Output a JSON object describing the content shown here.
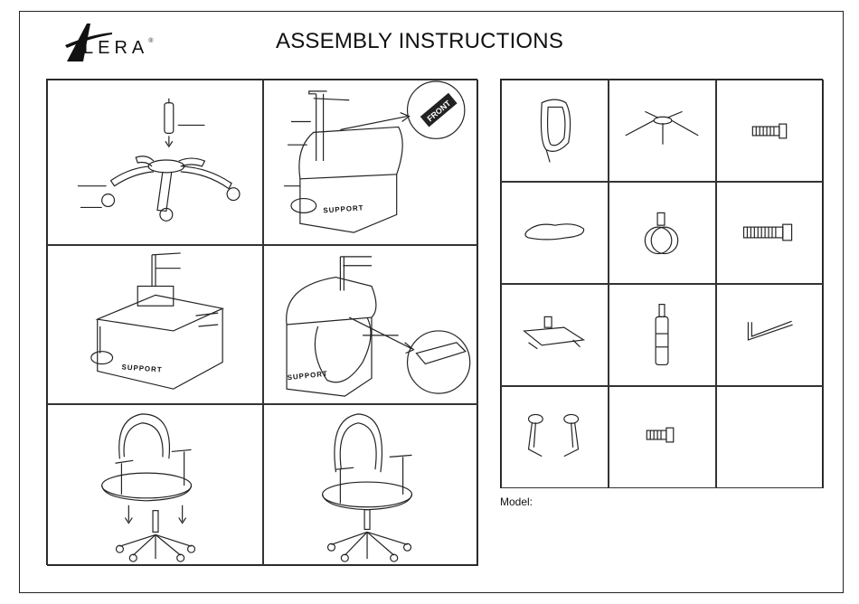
{
  "header": {
    "brand": "LERA",
    "brand_reg": "®",
    "title": "ASSEMBLY INSTRUCTIONS"
  },
  "steps": {
    "step2_label": "SUPPORT",
    "step3_label": "SUPPORT",
    "step4_label": "SUPPORT",
    "front_label": "FRONT"
  },
  "parts": {
    "count": 11,
    "items": [
      "backrest",
      "base",
      "bolt-short",
      "seat-cushion",
      "caster",
      "bolt-long",
      "mechanism",
      "gas-lift",
      "allen-key",
      "armrests",
      "bolt-small"
    ]
  },
  "footer": {
    "model_label": "Model:"
  }
}
